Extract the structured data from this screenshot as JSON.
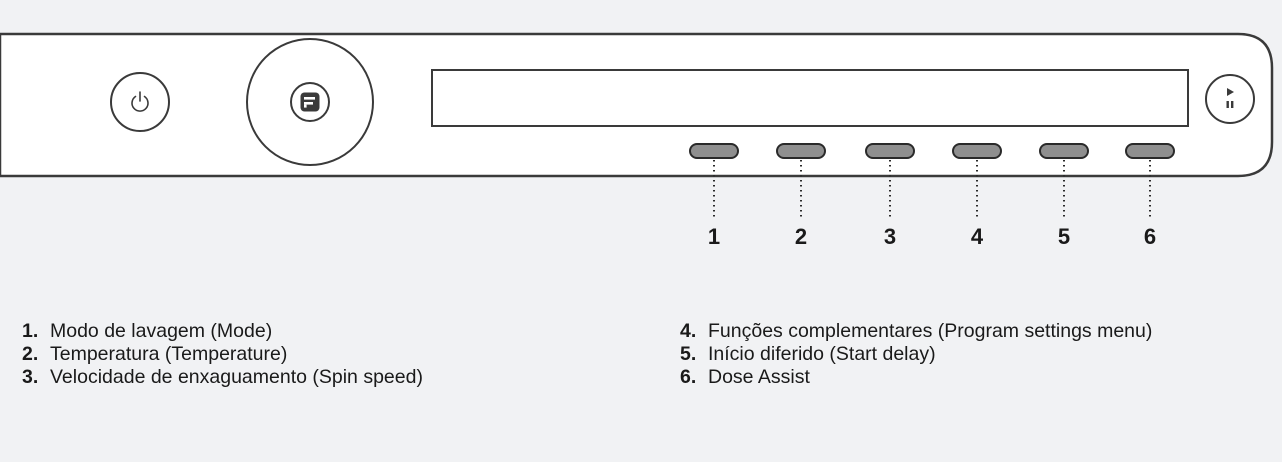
{
  "panel": {
    "buttons": [
      {
        "number": "1"
      },
      {
        "number": "2"
      },
      {
        "number": "3"
      },
      {
        "number": "4"
      },
      {
        "number": "5"
      },
      {
        "number": "6"
      }
    ],
    "icons": {
      "power": "power-icon",
      "program_dial": "dial-logo-icon",
      "start_pause": "play-pause-icon"
    }
  },
  "legend": {
    "left": [
      {
        "num": "1.",
        "text": "Modo de lavagem (Mode)"
      },
      {
        "num": "2.",
        "text": "Temperatura (Temperature)"
      },
      {
        "num": "3.",
        "text": "Velocidade de enxaguamento (Spin speed)"
      }
    ],
    "right": [
      {
        "num": "4.",
        "text": "Funções complementares (Program settings menu)"
      },
      {
        "num": "5.",
        "text": "Início diferido (Start delay)"
      },
      {
        "num": "6.",
        "text": "Dose Assist"
      }
    ]
  }
}
